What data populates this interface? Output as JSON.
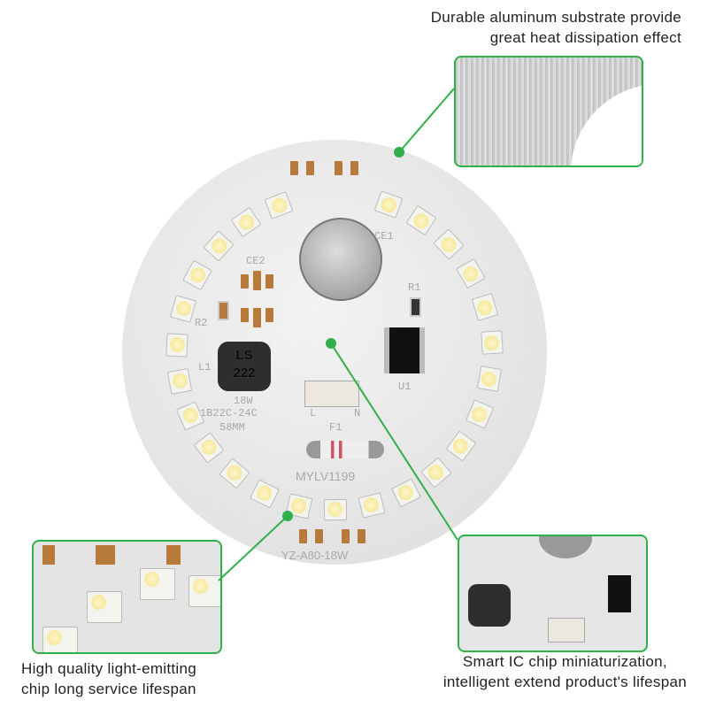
{
  "callouts": [
    {
      "text_lines": [
        "Durable aluminum substrate provide",
        "great heat dissipation effect"
      ]
    },
    {
      "text_lines": [
        "High quality light-emitting",
        "chip long service lifespan"
      ]
    },
    {
      "text_lines": [
        "Smart IC chip miniaturization,",
        "intelligent extend product's lifespan"
      ]
    }
  ],
  "board_labels": {
    "ce1": "CE1",
    "ce2": "CE2",
    "r1": "R1",
    "r2": "R2",
    "l1": "L1",
    "u1": "U1",
    "inductor_top": "LS",
    "inductor_bottom": "222",
    "power": "18W",
    "part": "1B22C-24C",
    "size": "58MM",
    "l": "L",
    "n": "N",
    "f1": "F1",
    "model": "MYLV1199",
    "board_model": "YZ-A80-18W"
  },
  "colors": {
    "accent": "#2fb04a",
    "pad": "#b87a3a"
  }
}
